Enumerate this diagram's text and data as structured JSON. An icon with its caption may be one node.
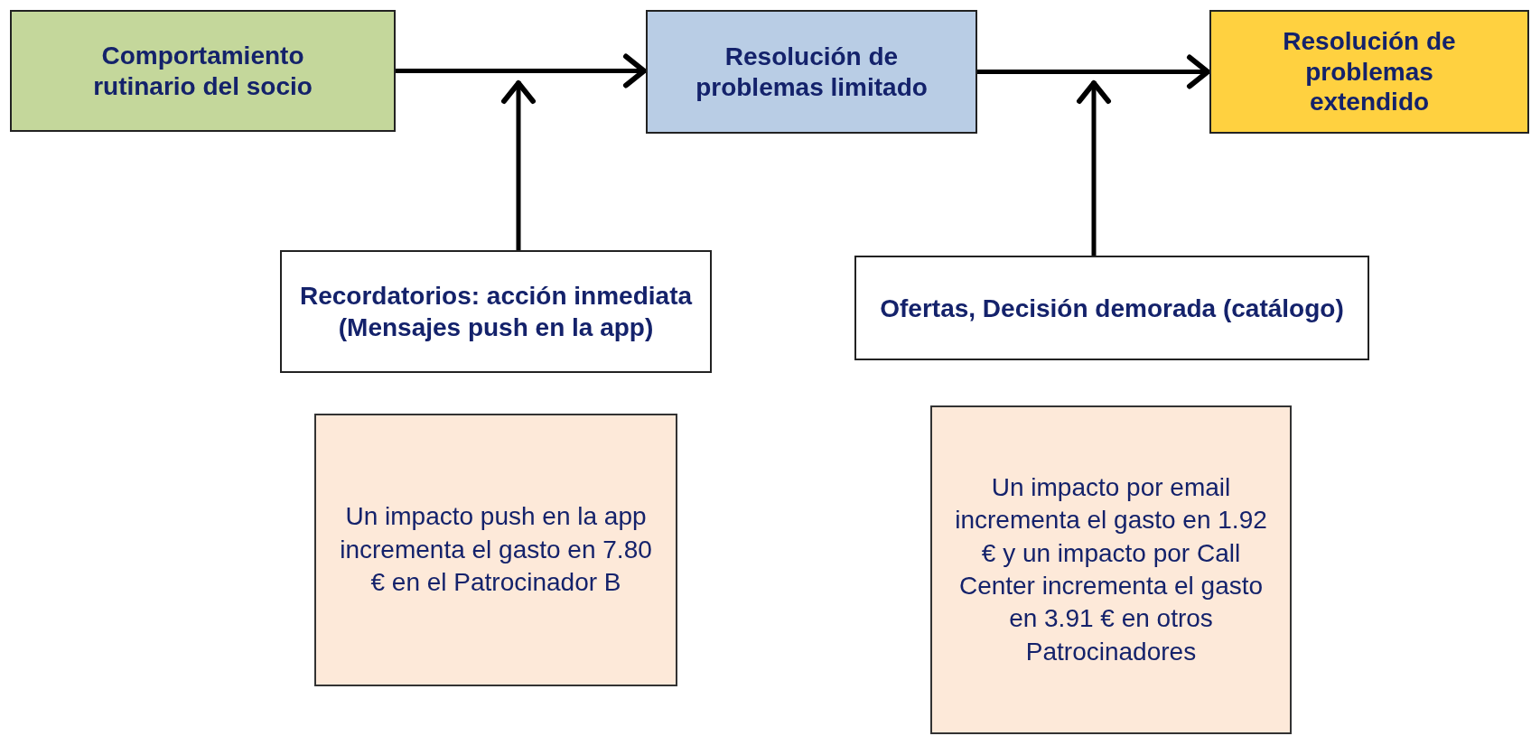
{
  "diagram": {
    "nodes": [
      {
        "text": [
          "Comportamiento rutinario del socio"
        ]
      },
      {
        "text": [
          "Resolución de problemas limitado"
        ]
      },
      {
        "text": [
          "Resolución de problemas extendido"
        ]
      },
      {
        "text": [
          "Recordatorios: acción inmediata (Mensajes push en la app)"
        ]
      },
      {
        "text": [
          "Ofertas, Decisión demorada (catálogo)"
        ]
      },
      {
        "text": [
          "Un impacto push en la app incrementa el gasto en 7.80 € en el Patrocinador B"
        ]
      },
      {
        "text": [
          "Un impacto por email incrementa el gasto en 1.92 € y un impacto por Call Center incrementa el gasto en 3.91 € en otros Patrocinadores"
        ]
      }
    ],
    "edges": [
      {
        "from": 0,
        "to": 1,
        "arrow": "to"
      },
      {
        "from": 1,
        "to": 2,
        "arrow": "to"
      },
      {
        "from": 3,
        "to": null,
        "arrow": "to"
      },
      {
        "from": 4,
        "to": null,
        "arrow": "to"
      }
    ]
  }
}
